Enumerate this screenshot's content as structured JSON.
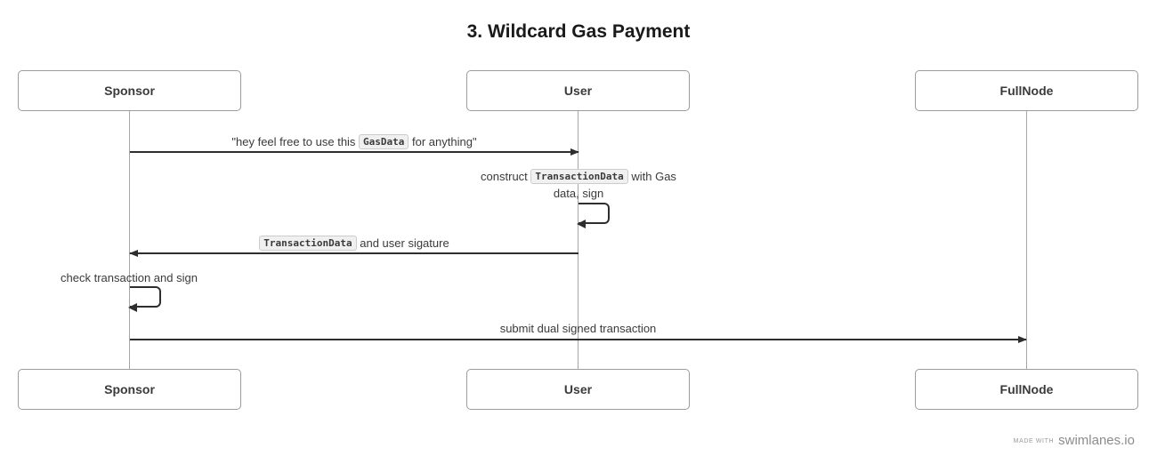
{
  "title": "3. Wildcard Gas Payment",
  "actors": [
    "Sponsor",
    "User",
    "FullNode"
  ],
  "messages": {
    "m1": {
      "prefix": "\"hey feel free to use this ",
      "code": "GasData",
      "suffix": " for anything\"",
      "from": "Sponsor",
      "to": "User"
    },
    "m2": {
      "prefix": "construct ",
      "code": "TransactionData",
      "suffix": " with Gas data, sign",
      "from": "User",
      "to": "User"
    },
    "m3": {
      "code": "TransactionData",
      "suffix": " and user sigature",
      "from": "User",
      "to": "Sponsor"
    },
    "m4": {
      "text": "check transaction and sign",
      "from": "Sponsor",
      "to": "Sponsor"
    },
    "m5": {
      "text": "submit dual signed transaction",
      "from": "Sponsor",
      "to": "FullNode"
    }
  },
  "footer": {
    "made_with": "made with",
    "brand": "swimlanes.io"
  },
  "colors": {
    "ink": "#2e2e2e",
    "line": "#a6a6a6",
    "boxborder": "#9c9c9c",
    "chipbg": "#f0f0f0",
    "chipborder": "#cccccc",
    "muted": "#8c8c8c"
  }
}
